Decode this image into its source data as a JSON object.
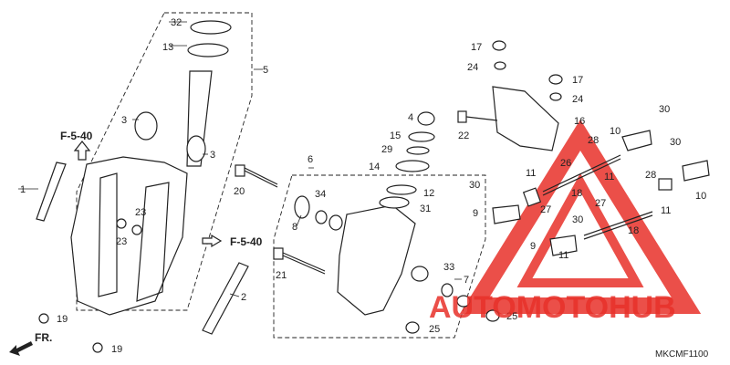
{
  "diagram_code": "MKCMF1100",
  "watermark": "AUTOMOTOHUB",
  "ref_top": "F-5-40",
  "ref_mid": "F-5-40",
  "front_label": "FR.",
  "labels": {
    "p1": "1",
    "p2": "2",
    "p3a": "3",
    "p3b": "3",
    "p4": "4",
    "p5": "5",
    "p6": "6",
    "p7": "7",
    "p8": "8",
    "p9a": "9",
    "p9b": "9",
    "p10a": "10",
    "p10b": "10",
    "p11a": "11",
    "p11b": "11",
    "p11c": "11",
    "p11d": "11",
    "p12": "12",
    "p13": "13",
    "p14": "14",
    "p15": "15",
    "p16": "16",
    "p17a": "17",
    "p17b": "17",
    "p18a": "18",
    "p18b": "18",
    "p19a": "19",
    "p19b": "19",
    "p20": "20",
    "p21": "21",
    "p22": "22",
    "p23a": "23",
    "p23b": "23",
    "p24a": "24",
    "p24b": "24",
    "p25a": "25",
    "p25b": "25",
    "p26": "26",
    "p27a": "27",
    "p27b": "27",
    "p28a": "28",
    "p28b": "28",
    "p29": "29",
    "p30a": "30",
    "p30b": "30",
    "p30c": "30",
    "p30d": "30",
    "p31": "31",
    "p32": "32",
    "p33": "33",
    "p34": "34"
  },
  "colors": {
    "watermark_red": "#e8312a",
    "watermark_gray": "#444444",
    "ink": "#222222"
  }
}
